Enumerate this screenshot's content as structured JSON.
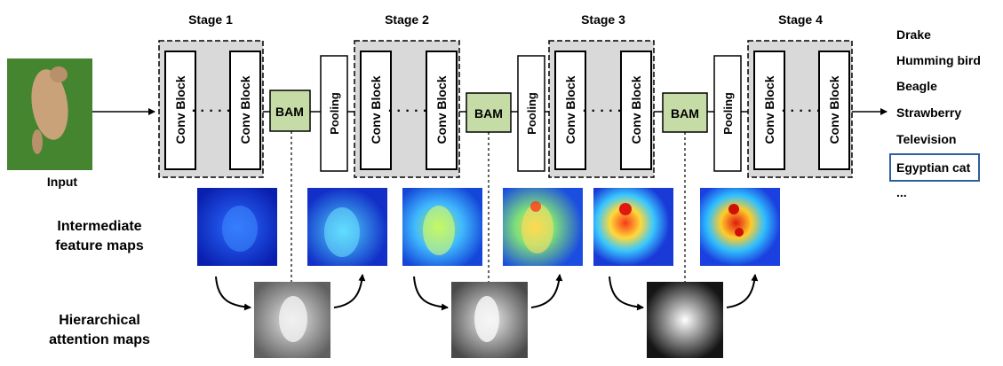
{
  "stages": [
    {
      "label": "Stage 1",
      "block_left": "Conv Block",
      "block_right": "Conv Block",
      "dots": "· · · · ·"
    },
    {
      "label": "Stage 2",
      "block_left": "Conv Block",
      "block_right": "Conv Block",
      "dots": "· · · · ·"
    },
    {
      "label": "Stage 3",
      "block_left": "Conv Block",
      "block_right": "Conv Block",
      "dots": "· · · · ·"
    },
    {
      "label": "Stage 4",
      "block_left": "Conv Block",
      "block_right": "Conv Block",
      "dots": "· · · · ·"
    }
  ],
  "bam_label": "BAM",
  "pooling_label": "Pooling",
  "input_label": "Input",
  "row_labels": {
    "features_line1": "Intermediate",
    "features_line2": "feature maps",
    "attention_line1": "Hierarchical",
    "attention_line2": "attention maps"
  },
  "outputs": [
    "Drake",
    "Humming bird",
    "Beagle",
    "Strawberry",
    "Television",
    "Egyptian cat",
    "..."
  ],
  "selected_output": "Egyptian cat",
  "colors": {
    "bam_fill": "#c6dca6",
    "stage_fill": "#d9d9d9",
    "selected_border": "#2e5f9e",
    "grass": "#3d7a2a",
    "cat": "#c9a27a"
  }
}
